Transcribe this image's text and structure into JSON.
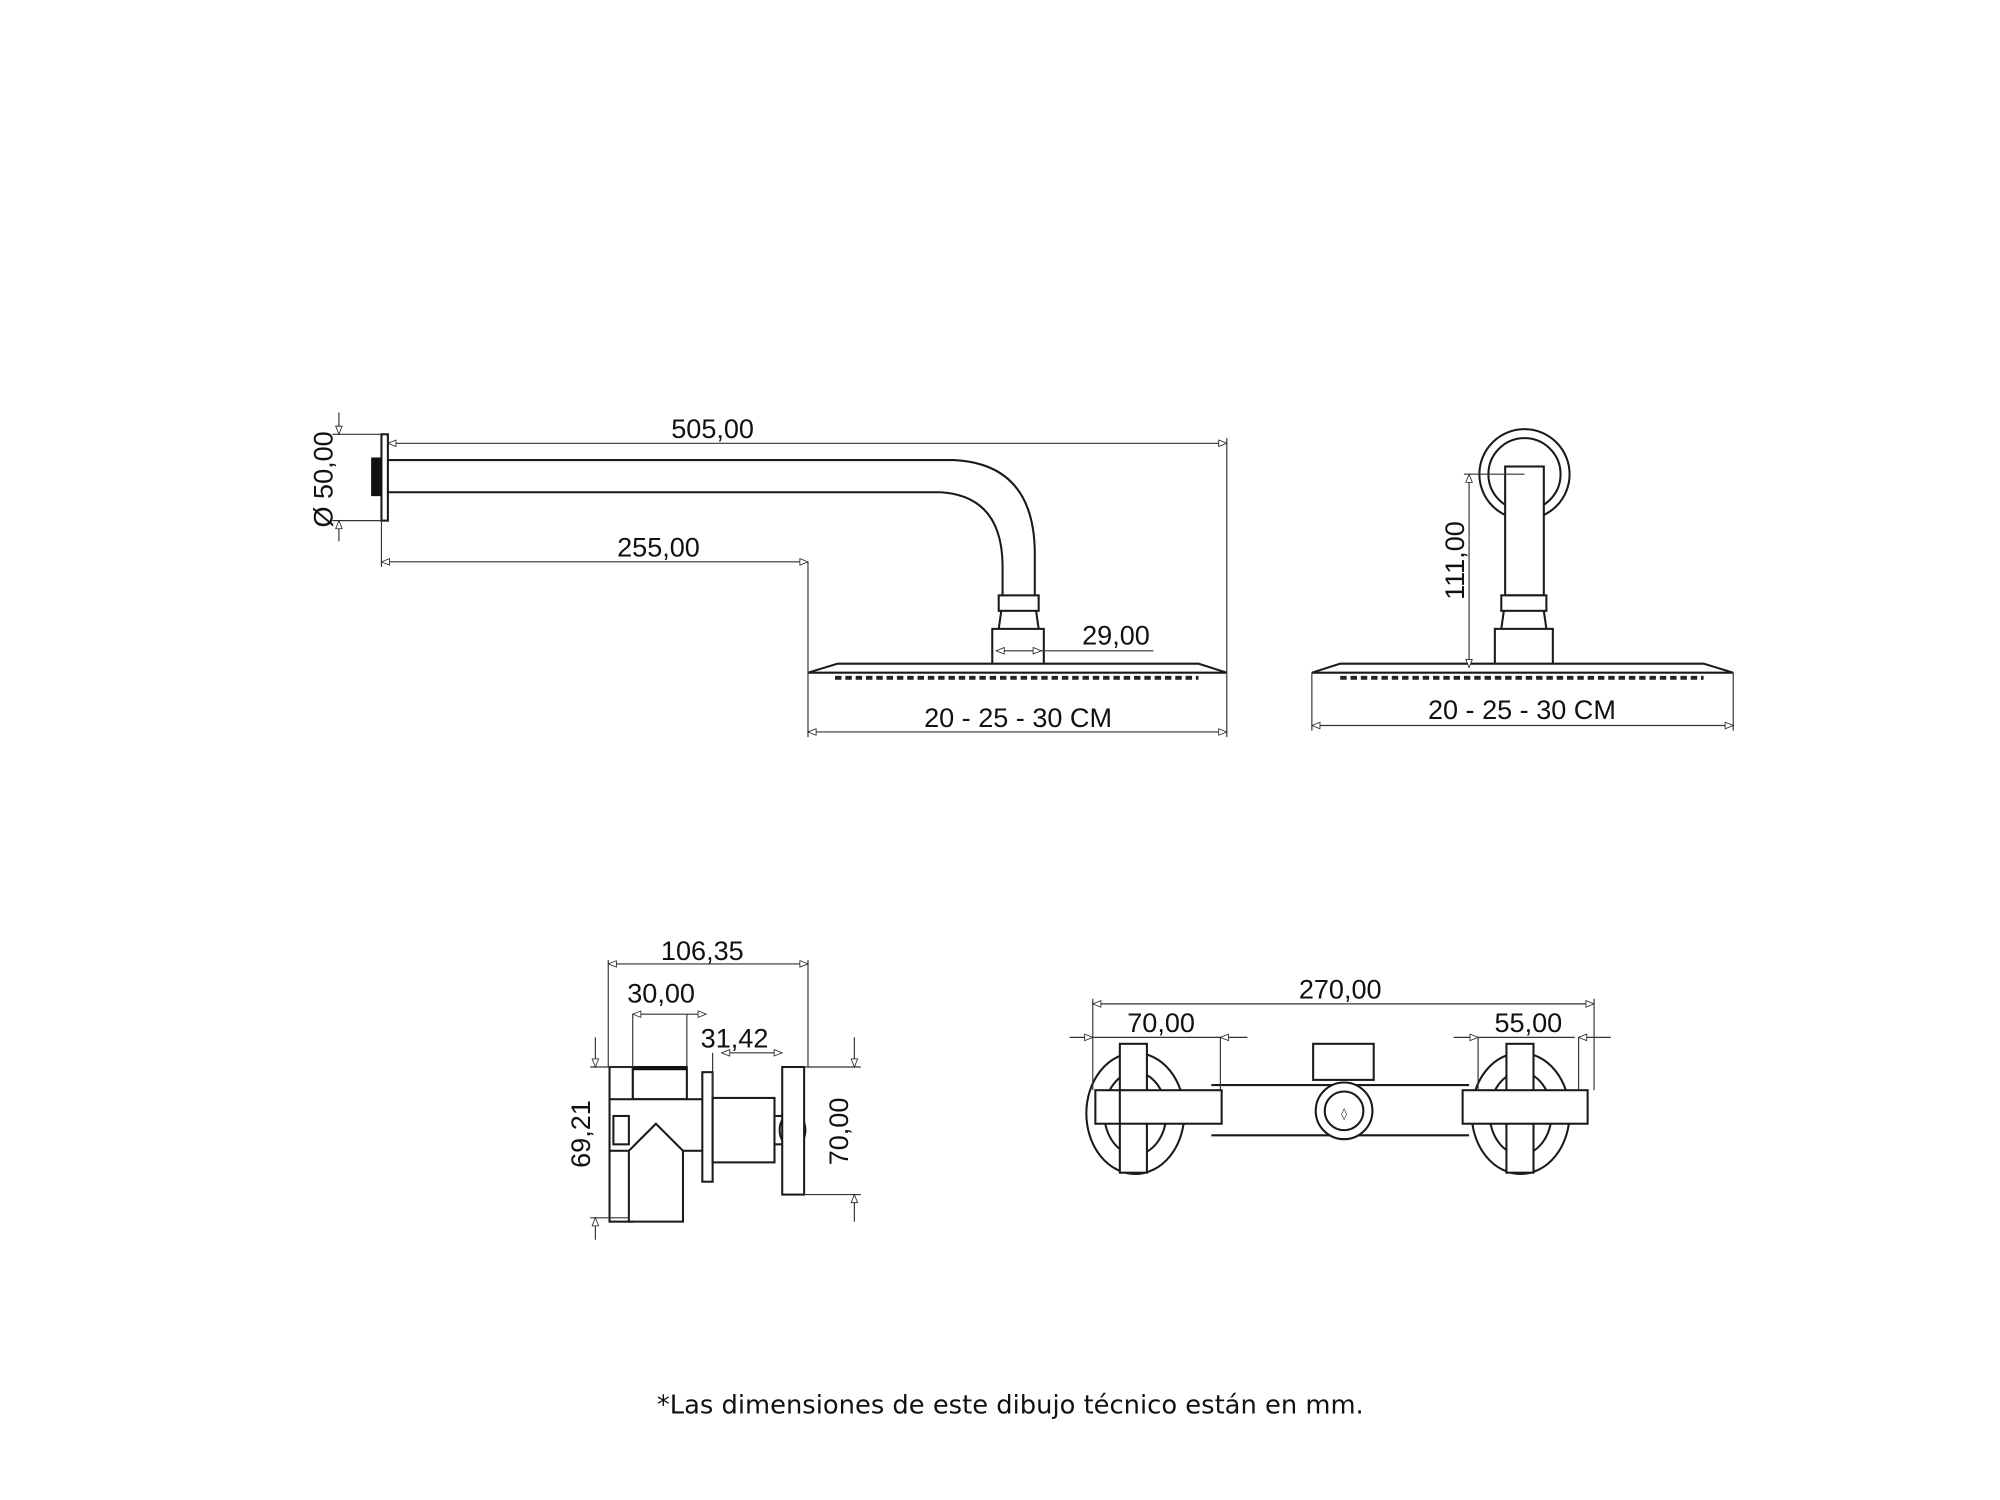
{
  "drawing": {
    "shower_arm_side": {
      "overall_length": "505,00",
      "wall_to_head": "255,00",
      "flange_diameter": "Ø 50,00",
      "neck_width": "29,00",
      "head_size": "20 - 25 - 30 CM"
    },
    "shower_arm_front": {
      "drop_height": "111,00",
      "head_size": "20 - 25 - 30 CM"
    },
    "mixer_side": {
      "depth_total": "106,35",
      "cap_depth": "30,00",
      "body_depth": "31,42",
      "body_height": "69,21",
      "handle_height": "70,00"
    },
    "mixer_front": {
      "overall_width": "270,00",
      "left_handle_width": "70,00",
      "right_handle_width": "55,00"
    }
  },
  "footer": {
    "note": "*Las dimensiones de este dibujo técnico están en mm."
  }
}
